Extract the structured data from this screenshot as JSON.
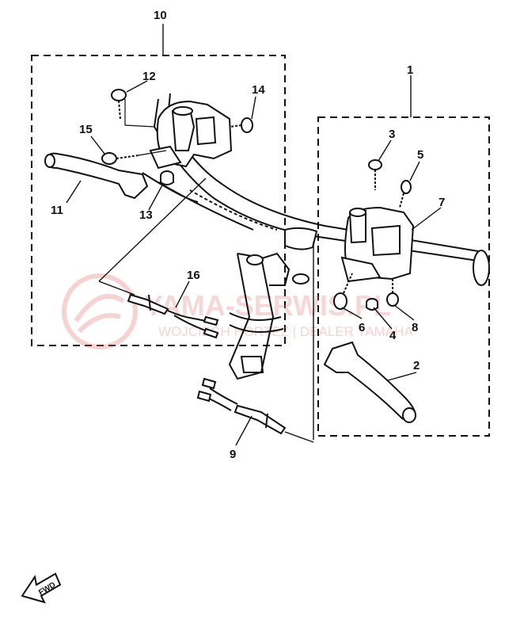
{
  "callouts": {
    "n1": "1",
    "n2": "2",
    "n3": "3",
    "n4": "4",
    "n5": "5",
    "n6": "6",
    "n7": "7",
    "n8": "8",
    "n9": "9",
    "n10": "10",
    "n11": "11",
    "n12": "12",
    "n13": "13",
    "n14": "14",
    "n15": "15",
    "n16": "16"
  },
  "watermark": {
    "brand": "YAMA-SERWIS.PL",
    "tagline": "WOJCIECH HORTEZ | DEALER YAMAHA"
  },
  "fwd_marker": {
    "label": "FWD"
  },
  "colors": {
    "ink": "#111111",
    "watermark": "#e06a6a",
    "background": "#ffffff"
  }
}
